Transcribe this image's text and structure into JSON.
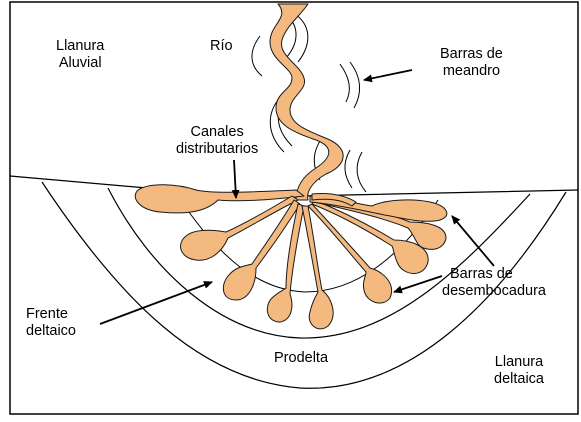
{
  "labels": {
    "llanura_aluvial": [
      "Llanura",
      "Aluvial"
    ],
    "rio": "Río",
    "barras_meandro": [
      "Barras de",
      "meandro"
    ],
    "canales": [
      "Canales",
      "distributarios"
    ],
    "barras_desembocadura": [
      "Barras de",
      "desembocadura"
    ],
    "frente_deltaico": [
      "Frente",
      "deltaico"
    ],
    "prodelta": "Prodelta",
    "llanura_deltaica": [
      "Llanura",
      "deltaica"
    ]
  },
  "colors": {
    "sediment_fill": "#f4b97f",
    "sediment_stroke": "#1a1a1a",
    "line": "#000000",
    "frame": "#000000"
  }
}
